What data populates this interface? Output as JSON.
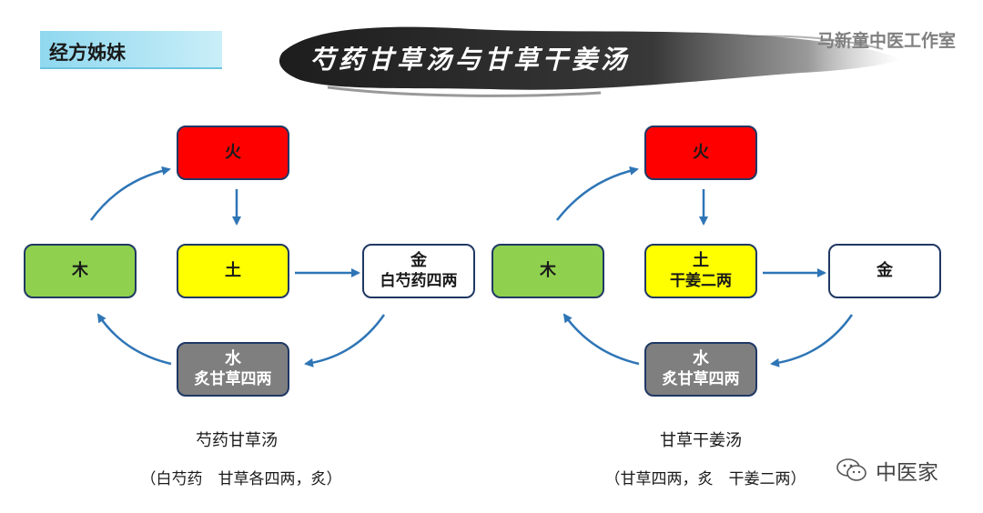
{
  "header": {
    "tag_label": "经方姊妹",
    "title": "芍药甘草汤与甘草干姜汤",
    "studio": "马新童中医工作室"
  },
  "left_diagram": {
    "fire": "火",
    "wood": "木",
    "earth": "土",
    "metal": "金",
    "metal_sub": "白芍药四两",
    "water": "水",
    "water_sub": "炙甘草四两",
    "formula_name": "芍药甘草汤",
    "formula_recipe": "（白芍药　甘草各四两，炙）"
  },
  "right_diagram": {
    "fire": "火",
    "wood": "木",
    "earth": "土",
    "earth_sub": "干姜二两",
    "metal": "金",
    "water": "水",
    "water_sub": "炙甘草四两",
    "formula_name": "甘草干姜汤",
    "formula_recipe": "（甘草四两，炙　干姜二两）"
  },
  "watermark": "中医家",
  "colors": {
    "fire": "#ff0000",
    "wood": "#8fd14f",
    "earth": "#ffff00",
    "metal": "#ffffff",
    "water": "#7f7f7f",
    "arrow": "#2e75b6",
    "border": "#1f3864"
  }
}
